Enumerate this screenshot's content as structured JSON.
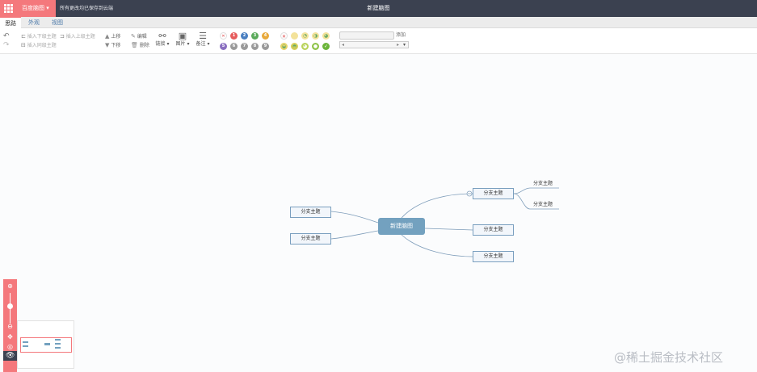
{
  "app": {
    "brand": "百度脑图",
    "save_status": "所有更改均已保存到云端",
    "doc_title": "新建脑图"
  },
  "tabs": [
    {
      "label": "思路"
    },
    {
      "label": "外观"
    },
    {
      "label": "视图"
    }
  ],
  "toolbar": {
    "insert_child": "插入下级主题",
    "insert_parent": "插入上级主题",
    "insert_sibling": "插入同级主题",
    "move_up": "上移",
    "move_down": "下移",
    "edit": "编辑",
    "delete": "删除",
    "link": "链接",
    "image": "图片",
    "note": "备注",
    "priorities": [
      "1",
      "2",
      "3",
      "4",
      "5",
      "6",
      "7",
      "8",
      "9"
    ],
    "add": "添加"
  },
  "mindmap": {
    "root": "新建脑图",
    "branches": [
      "分支主题",
      "分支主题",
      "分支主题",
      "分支主题",
      "分支主题"
    ],
    "leaves": [
      "分支主题",
      "分支主题"
    ]
  },
  "watermark": "@稀土掘金技术社区",
  "colors": {
    "accent": "#f4787c",
    "topbar": "#3b4150",
    "root_node": "#73a1bf"
  }
}
